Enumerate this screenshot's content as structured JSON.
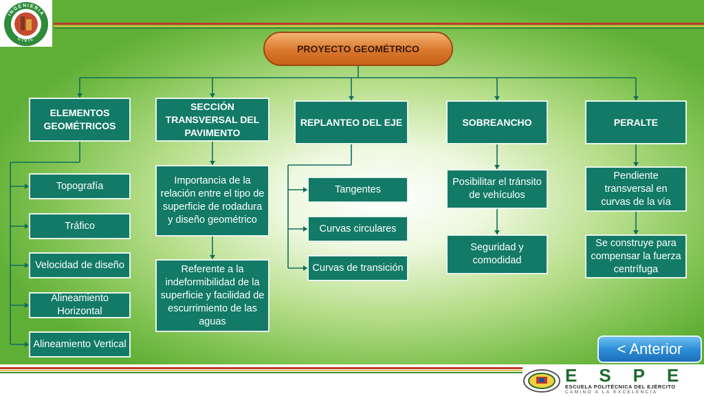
{
  "root": {
    "label": "PROYECTO GEOMÉTRICO"
  },
  "categories": [
    {
      "label": "ELEMENTOS GEOMÉTRICOS",
      "items": [
        "Topografía",
        "Tráfico",
        "Velocidad de diseño",
        "Alineamiento Horizontal",
        "Alineamiento Vertical"
      ]
    },
    {
      "label": "SECCIÓN TRANSVERSAL DEL PAVIMENTO",
      "items": [
        "Importancia de la relación entre el tipo de superficie de rodadura y diseño geométrico",
        "Referente a la indeformibilidad de la superficie y facilidad de escurrimiento de las aguas"
      ]
    },
    {
      "label": "REPLANTEO DEL EJE",
      "items": [
        "Tangentes",
        "Curvas circulares",
        "Curvas de transición"
      ]
    },
    {
      "label": "SOBREANCHO",
      "items": [
        "Posibilitar el tránsito de vehículos",
        "Seguridad y comodidad"
      ]
    },
    {
      "label": "PERALTE",
      "items": [
        "Pendiente transversal en curvas de la vía",
        "Se construye para compensar la fuerza centrífuga"
      ]
    }
  ],
  "navigation": {
    "previous_label": "< Anterior"
  },
  "header_logo": {
    "top_text": "INGENIERIA",
    "bottom_text": "CIVIL"
  },
  "footer": {
    "letters": "ESPE",
    "institution": "ESCUELA POLITÉCNICA DEL EJÉRCITO",
    "motto": "CAMINO A LA EXCELENCIA"
  },
  "colors": {
    "box": "#127a66",
    "root": "#d9782c",
    "button": "#2e8ed8",
    "line": "#0f6e5c"
  }
}
